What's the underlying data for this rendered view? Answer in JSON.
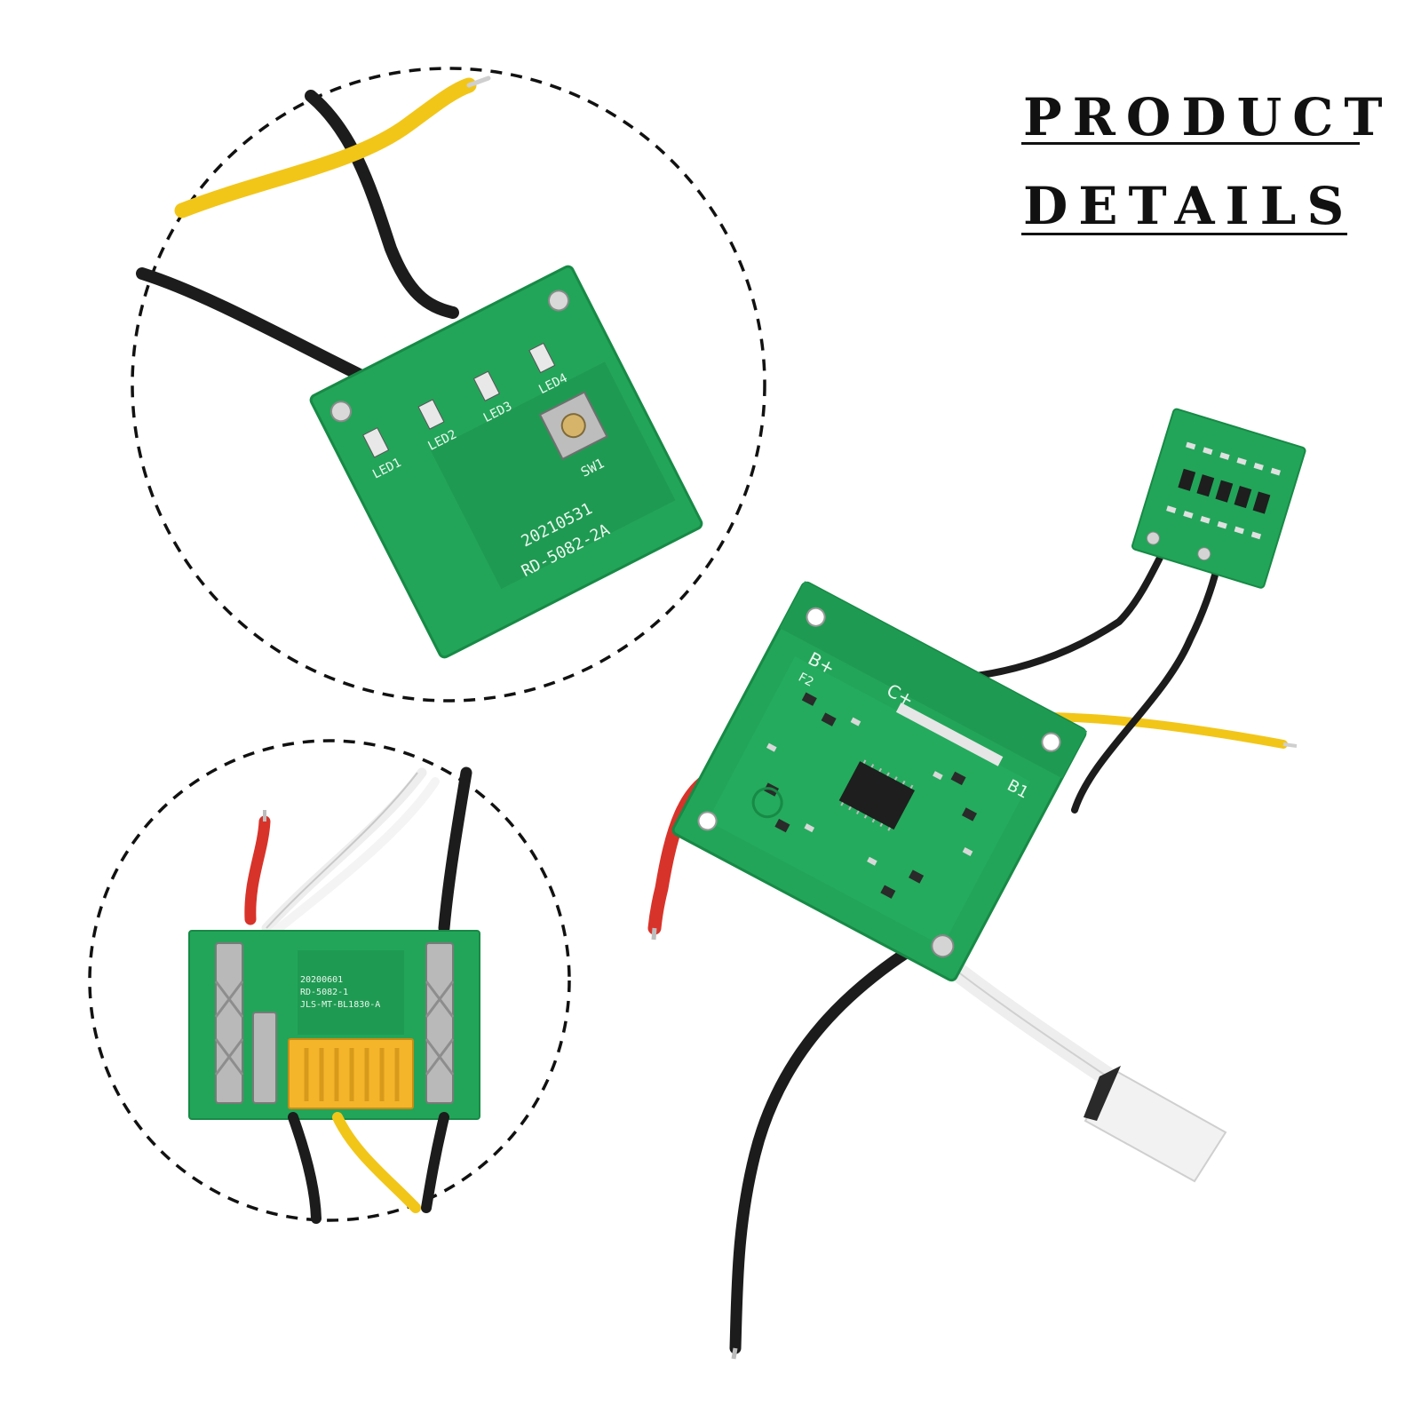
{
  "heading": {
    "line1": "PRODUCT",
    "line2": "DETAILS"
  },
  "colors": {
    "pcb_green": "#22a559",
    "pcb_dark": "#178a46",
    "wire_black": "#1c1c1c",
    "wire_yellow": "#f2c618",
    "wire_red": "#d8332a",
    "wire_white": "#eeeeee",
    "connector_orange": "#f5b52a",
    "frame_dash": "#111111"
  },
  "board_top_left": {
    "leds": [
      "LED1",
      "LED2",
      "LED3",
      "LED4"
    ],
    "switch": "SW1",
    "date": "20210531",
    "model": "RD-5082-2A"
  },
  "board_bottom_left": {
    "model": "RD-5082-1",
    "date": "20200601",
    "code": "JLS-MT-BL1830-A"
  },
  "board_main": {
    "labels": [
      "B+",
      "F2",
      "C+",
      "B1"
    ]
  },
  "board_small": {
    "labels": []
  }
}
